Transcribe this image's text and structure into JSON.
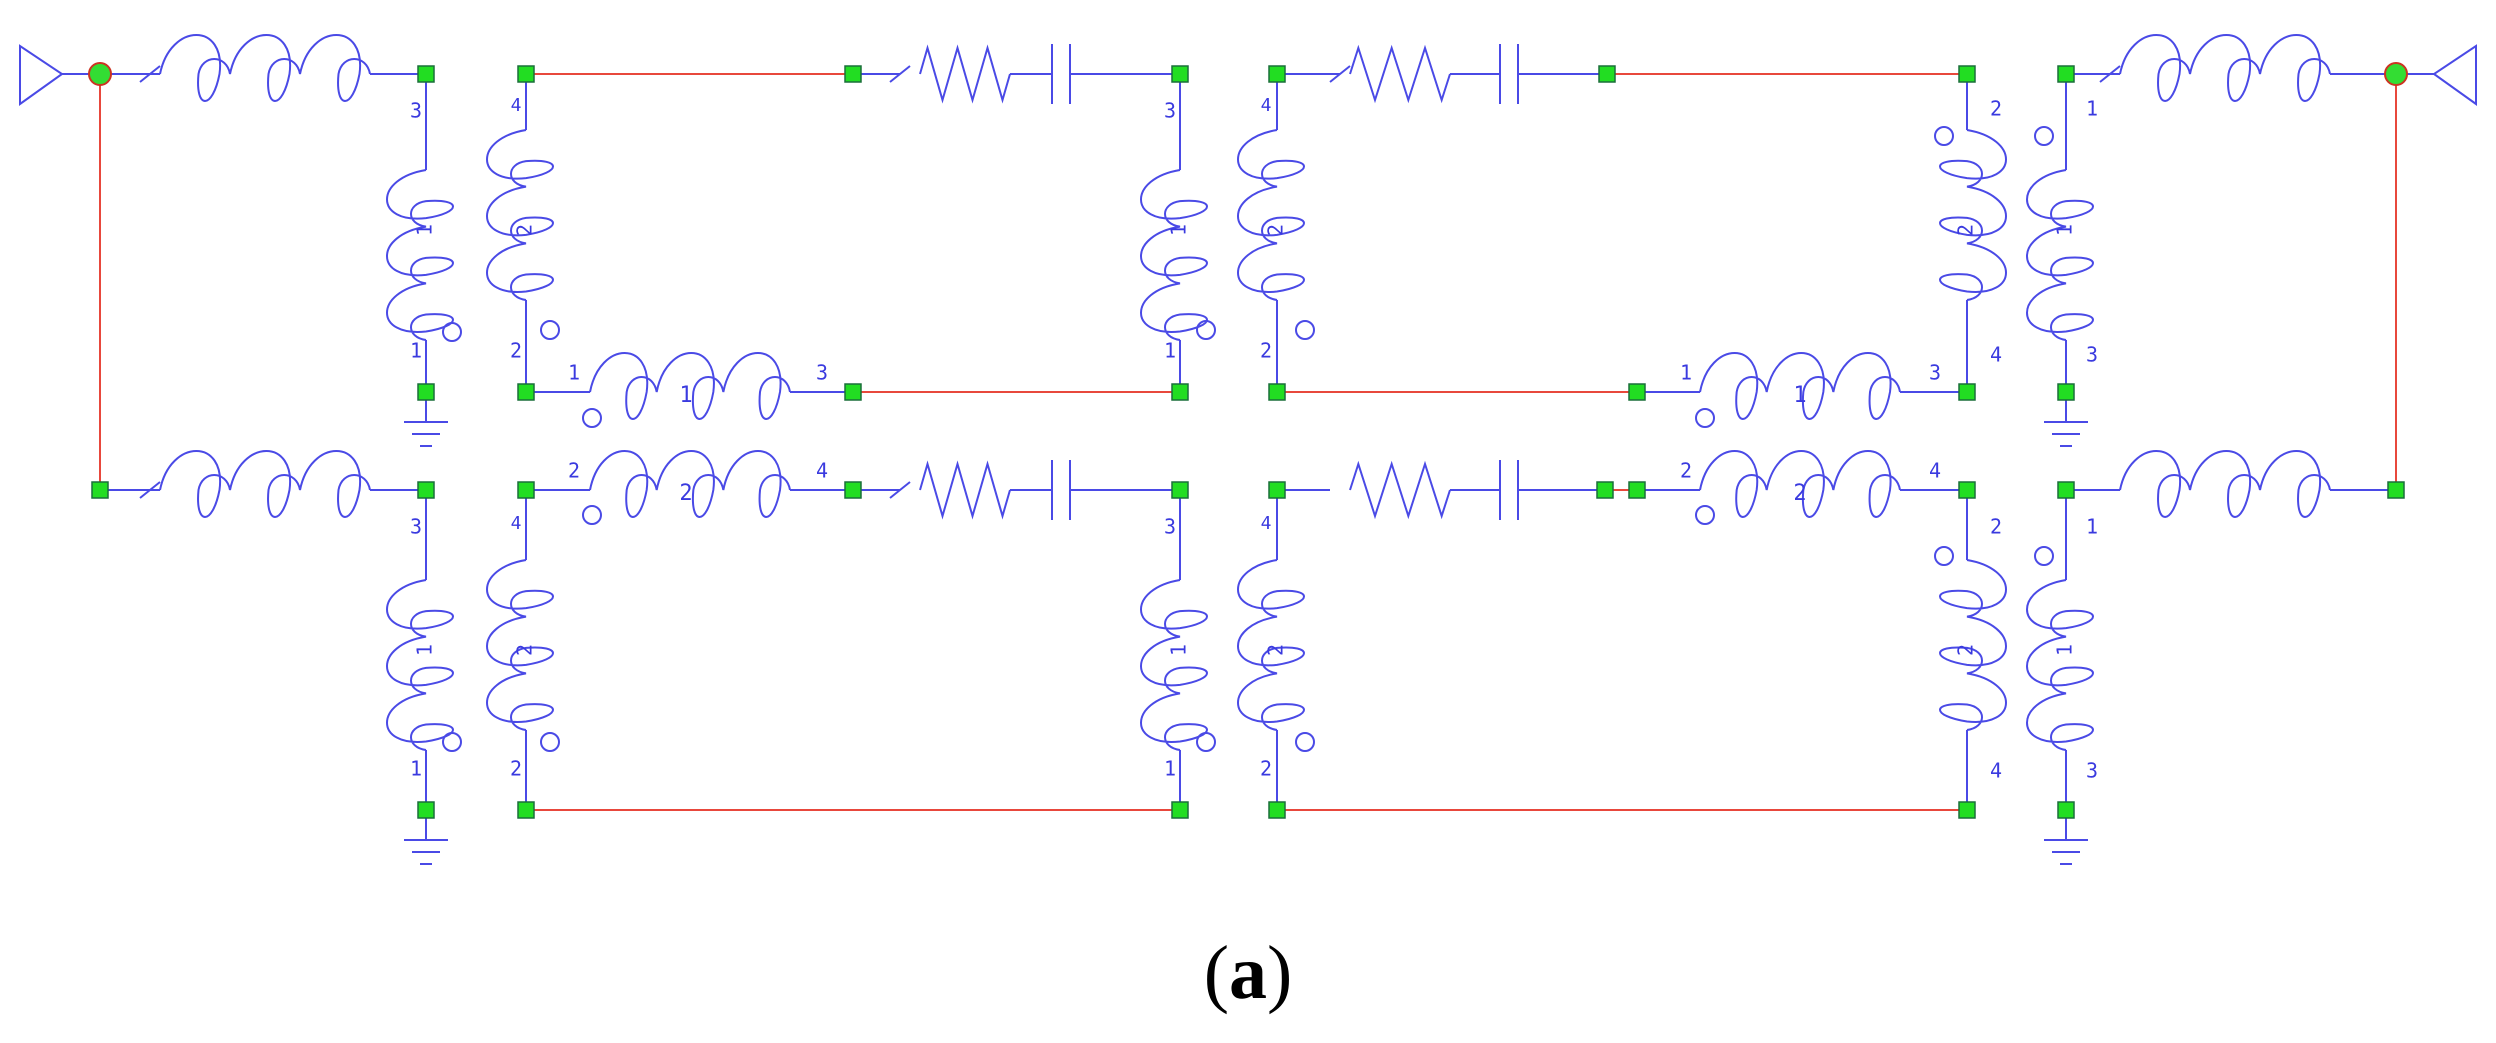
{
  "figure": {
    "caption_open": "(",
    "caption_letter": "a",
    "caption_close": ")"
  },
  "colors": {
    "component": "#4a4ae6",
    "wire": "#e8483c",
    "node_fill": "#22dd22",
    "node_stroke": "#1a6f3a",
    "port_fill": "#33dd33",
    "port_stroke": "#cc3322",
    "label": "#3a3adf"
  },
  "labels": {
    "n1": "1",
    "n2": "2",
    "n3": "3",
    "n4": "4"
  }
}
